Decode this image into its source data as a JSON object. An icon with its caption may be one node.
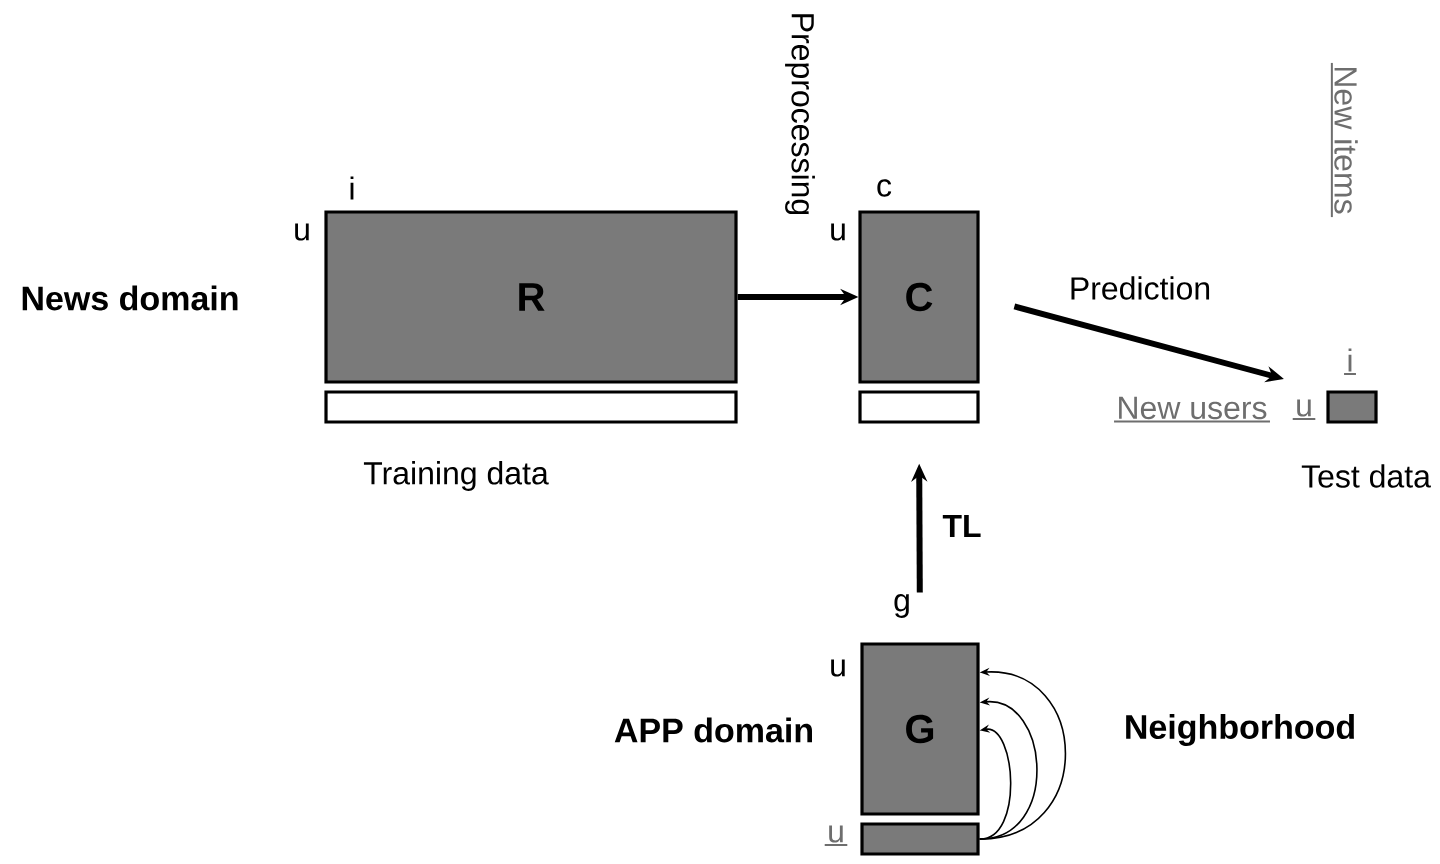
{
  "diagram": {
    "nodes": [
      {
        "text": [
          "R"
        ],
        "beside": [
          "i",
          "u"
        ]
      },
      {
        "text": [],
        "shape": "bar"
      },
      {
        "text": [
          "C"
        ],
        "beside": [
          "c",
          "u"
        ]
      },
      {
        "text": [],
        "shape": "bar"
      },
      {
        "text": [],
        "shape": "bar",
        "beside": [
          "i",
          "u"
        ]
      },
      {
        "text": [
          "G"
        ],
        "beside": [
          "g",
          "u"
        ]
      },
      {
        "text": [],
        "shape": "bar",
        "beside": [
          "u"
        ]
      }
    ],
    "edges": [
      {
        "from": 0,
        "to": 2,
        "arrow": "to",
        "label": "Preprocessing",
        "style": "thick"
      },
      {
        "from": 2,
        "to": 4,
        "arrow": "to",
        "label": "Prediction",
        "style": "thick"
      },
      {
        "from": 5,
        "to": 3,
        "arrow": "to",
        "label": "TL",
        "style": "thick"
      },
      {
        "from": 6,
        "to": 5,
        "arrow": "to"
      },
      {
        "from": 6,
        "to": 5,
        "arrow": "to"
      },
      {
        "from": 6,
        "to": 5,
        "arrow": "to"
      }
    ],
    "labels": [
      "News domain",
      "APP domain",
      "Training data",
      "Test data",
      "New items",
      "New users",
      "Neighborhood"
    ]
  }
}
